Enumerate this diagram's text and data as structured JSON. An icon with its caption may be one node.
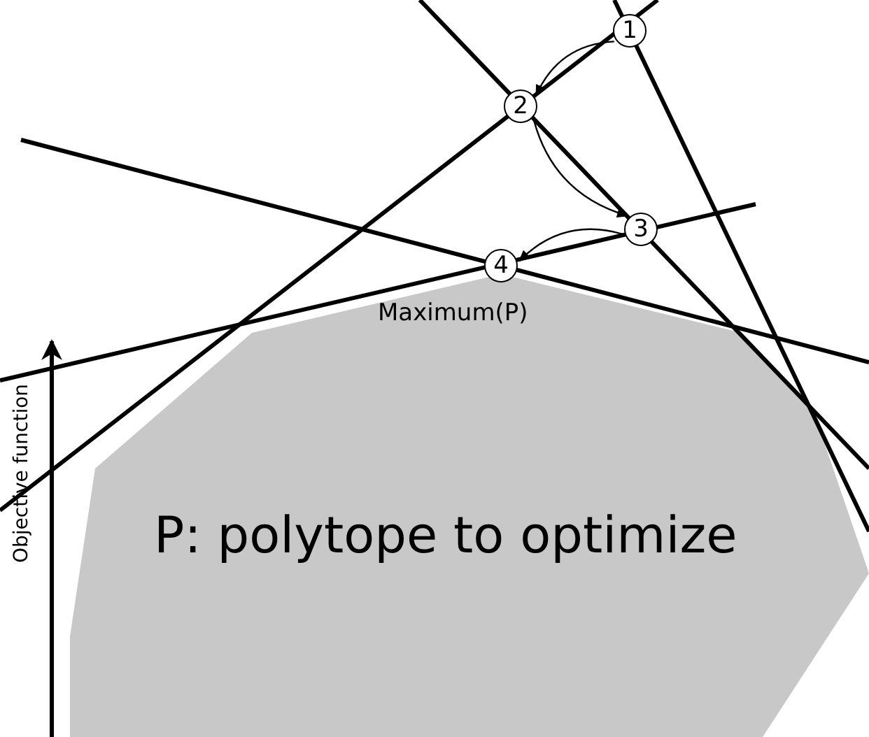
{
  "diagram": {
    "nodes": [
      {
        "text": [
          "1"
        ]
      },
      {
        "text": [
          "2"
        ]
      },
      {
        "text": [
          "3"
        ]
      },
      {
        "text": [
          "4"
        ]
      },
      {
        "text": [
          "P: polytope to optimize"
        ]
      }
    ],
    "edges": [
      {
        "from": 0,
        "to": 1,
        "arrow": "to"
      },
      {
        "from": 1,
        "to": 2,
        "arrow": "to"
      },
      {
        "from": 2,
        "to": 3,
        "arrow": "to"
      }
    ],
    "labels": [
      "Maximum(P)",
      "Objective function"
    ]
  }
}
